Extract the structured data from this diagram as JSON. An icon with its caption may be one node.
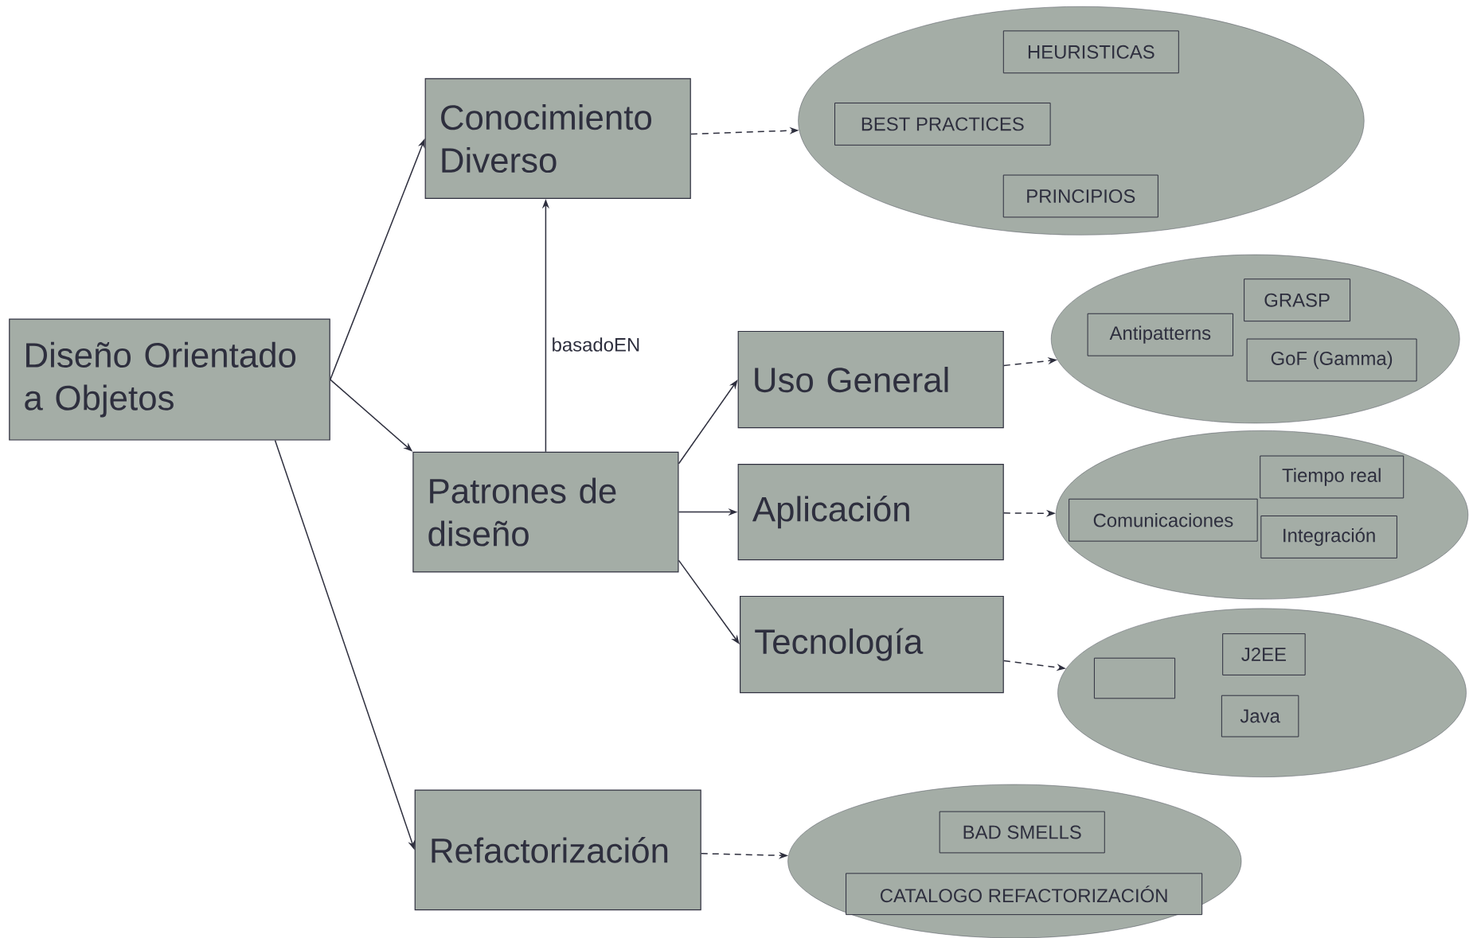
{
  "diagram": {
    "nodes": [
      {
        "text": [
          "Diseño Orientado a Objetos"
        ]
      },
      {
        "text": [
          "Conocimiento Diverso"
        ]
      },
      {
        "text": [],
        "shape": "ellipse"
      },
      {
        "text": [
          "HEURISTICAS"
        ],
        "in": 2
      },
      {
        "text": [
          "BEST PRACTICES"
        ],
        "in": 2
      },
      {
        "text": [
          "PRINCIPIOS"
        ],
        "in": 2
      },
      {
        "text": [
          "Patrones de diseño"
        ]
      },
      {
        "text": [
          "Uso General"
        ]
      },
      {
        "text": [],
        "shape": "ellipse"
      },
      {
        "text": [
          "GRASP"
        ],
        "in": 8
      },
      {
        "text": [
          "Antipatterns"
        ],
        "in": 8
      },
      {
        "text": [
          "GoF (Gamma)"
        ],
        "in": 8
      },
      {
        "text": [
          "Aplicación"
        ]
      },
      {
        "text": [],
        "shape": "ellipse"
      },
      {
        "text": [
          "Tiempo real"
        ],
        "in": 13
      },
      {
        "text": [
          "Comunicaciones"
        ],
        "in": 13
      },
      {
        "text": [
          "Integración"
        ],
        "in": 13
      },
      {
        "text": [
          "Tecnología"
        ]
      },
      {
        "text": [],
        "shape": "ellipse"
      },
      {
        "text": [],
        "shape": "box",
        "in": 18
      },
      {
        "text": [
          "J2EE"
        ],
        "in": 18
      },
      {
        "text": [
          "Java"
        ],
        "in": 18
      },
      {
        "text": [
          "Refactorización"
        ]
      },
      {
        "text": [],
        "shape": "ellipse"
      },
      {
        "text": [
          "BAD SMELLS"
        ],
        "in": 23
      },
      {
        "text": [
          "CATALOGO REFACTORIZACIÓN"
        ],
        "in": 23
      }
    ],
    "edges": [
      {
        "from": 0,
        "to": 1,
        "arrow": "to"
      },
      {
        "from": 0,
        "to": 6,
        "arrow": "to"
      },
      {
        "from": 0,
        "to": 22,
        "arrow": "to"
      },
      {
        "from": 6,
        "to": 1,
        "arrow": "to",
        "label": "basadoEN"
      },
      {
        "from": 1,
        "to": 2,
        "arrow": "to",
        "style": "dashed"
      },
      {
        "from": 6,
        "to": 7,
        "arrow": "to"
      },
      {
        "from": 6,
        "to": 12,
        "arrow": "to"
      },
      {
        "from": 6,
        "to": 17,
        "arrow": "to"
      },
      {
        "from": 7,
        "to": 8,
        "arrow": "to",
        "style": "dashed"
      },
      {
        "from": 12,
        "to": 13,
        "arrow": "to",
        "style": "dashed"
      },
      {
        "from": 17,
        "to": 18,
        "arrow": "to",
        "style": "dashed"
      },
      {
        "from": 22,
        "to": 23,
        "arrow": "to",
        "style": "dashed"
      }
    ]
  }
}
